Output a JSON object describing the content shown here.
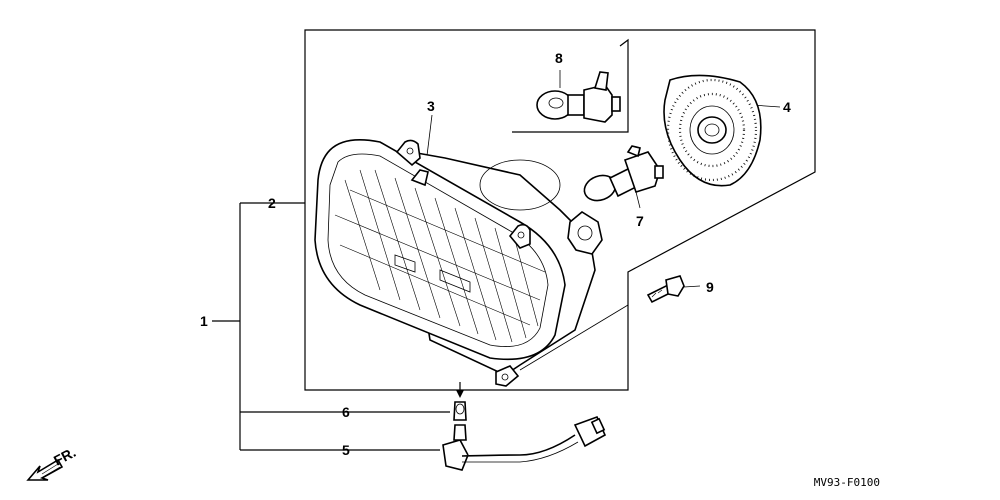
{
  "callouts": {
    "c1": "1",
    "c2": "2",
    "c3": "3",
    "c4": "4",
    "c5": "5",
    "c6": "6",
    "c7": "7",
    "c8": "8",
    "c9": "9"
  },
  "front_indicator": "FR.",
  "diagram_code": "MV93-F0100",
  "icons": {
    "front_arrow": "front-arrow-icon"
  }
}
